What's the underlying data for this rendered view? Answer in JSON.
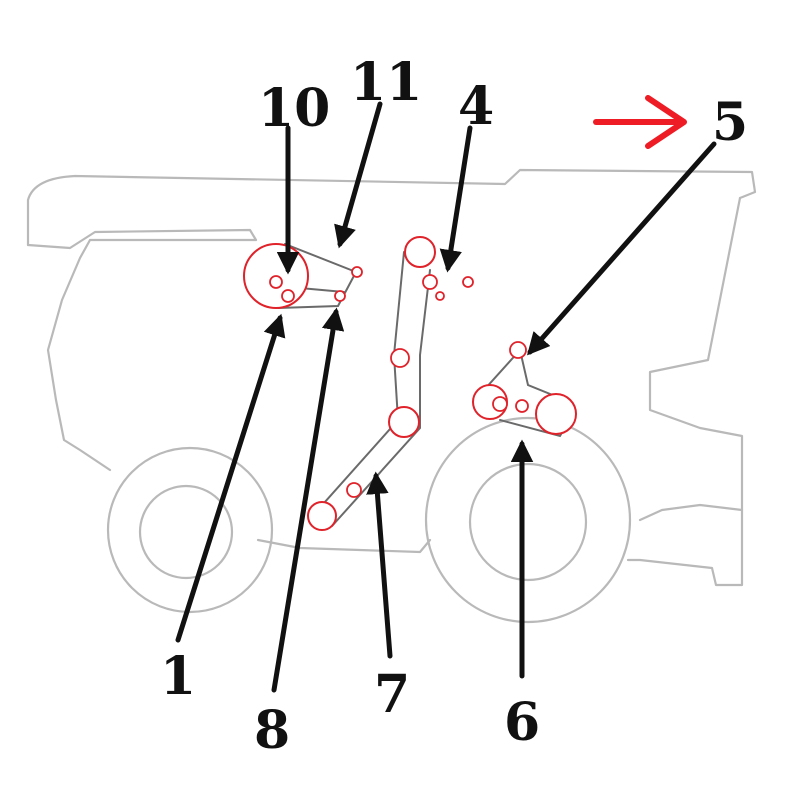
{
  "callouts": [
    {
      "id": "1",
      "label": "1"
    },
    {
      "id": "4",
      "label": "4"
    },
    {
      "id": "5",
      "label": "5"
    },
    {
      "id": "6",
      "label": "6"
    },
    {
      "id": "7",
      "label": "7"
    },
    {
      "id": "8",
      "label": "8"
    },
    {
      "id": "10",
      "label": "10"
    },
    {
      "id": "11",
      "label": "11"
    }
  ],
  "colors": {
    "outline": "#b9b9b9",
    "pulley": "#e0222a",
    "belt": "#6a6a6a",
    "leader": "#111111",
    "direction_arrow": "#ee1c24"
  },
  "direction_arrow": {
    "icon": "right-arrow-icon",
    "points_right": true
  }
}
